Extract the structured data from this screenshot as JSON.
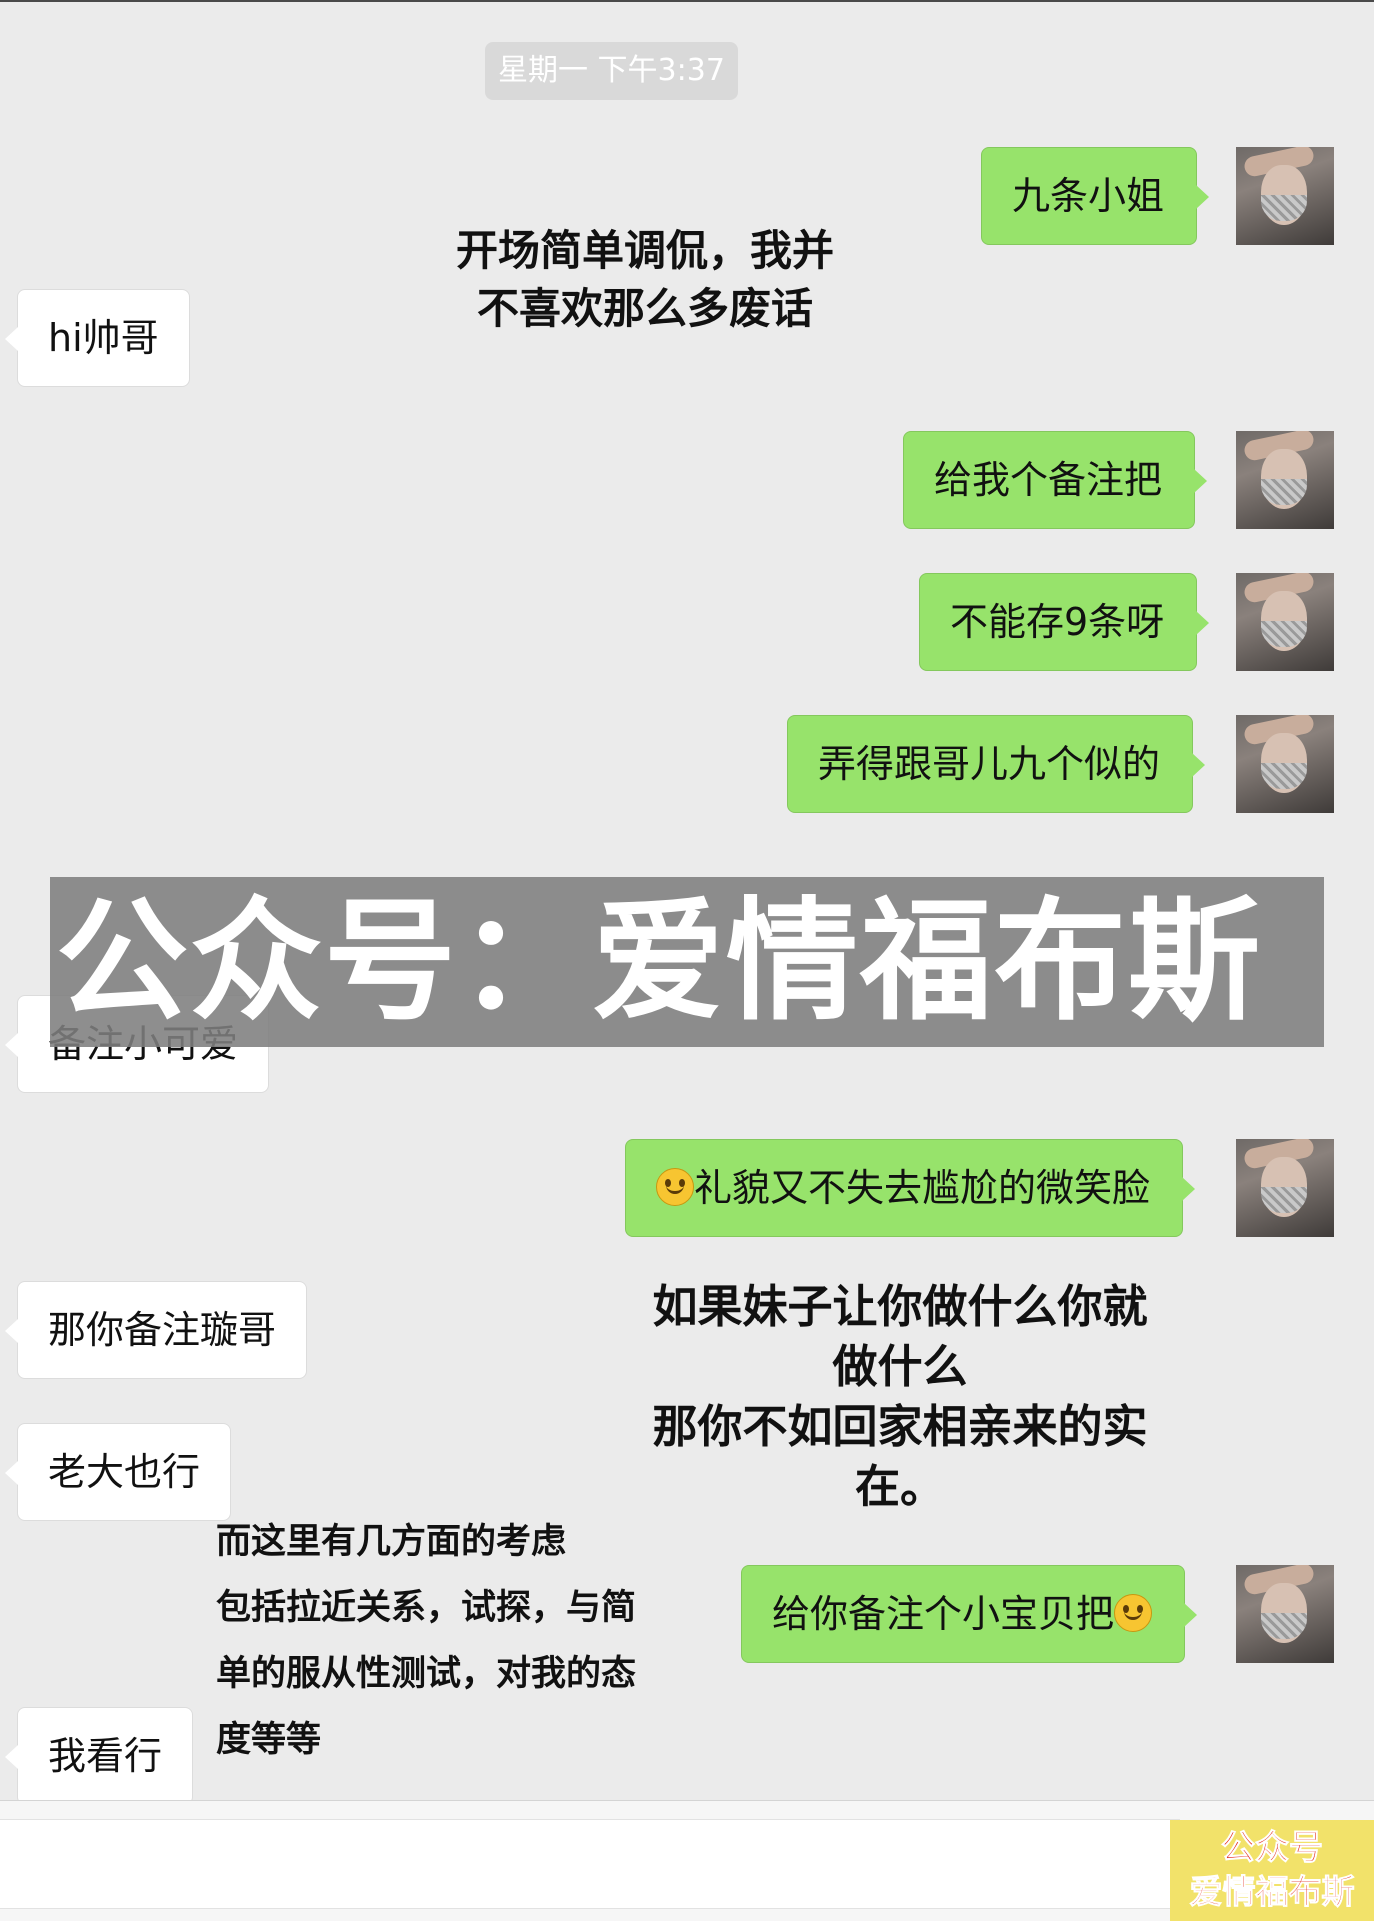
{
  "chat": {
    "timestamp": "星期一 下午3:37",
    "messages": [
      {
        "side": "sent",
        "text": "九条小姐"
      },
      {
        "side": "received",
        "text": "hi帅哥"
      },
      {
        "side": "sent",
        "text": "给我个备注把"
      },
      {
        "side": "sent",
        "text": "不能存9条呀"
      },
      {
        "side": "sent",
        "text": "弄得跟哥儿九个似的"
      },
      {
        "side": "received",
        "text": "备注小可爱"
      },
      {
        "side": "sent",
        "emoji": "smiley-emoji",
        "text": "礼貌又不失去尴尬的微笑脸"
      },
      {
        "side": "received",
        "text": "那你备注璇哥"
      },
      {
        "side": "received",
        "text": "老大也行"
      },
      {
        "side": "sent",
        "text": "给你备注个小宝贝把",
        "emoji": "smiley-emoji"
      },
      {
        "side": "received",
        "text": "我看行"
      }
    ]
  },
  "annotations": [
    "开场简单调侃，我并\n不喜欢那么多废话",
    "如果妹子让你做什么你就\n做什么\n那你不如回家相亲来的实\n在。",
    "而这里有几方面的考虑\n包括拉近关系，试探，与简\n单的服从性测试，对我的态\n度等等"
  ],
  "watermark": {
    "banner_text": "公众号：爱情福布斯",
    "stamp_line1": "公众号",
    "stamp_line2": "爱情福布斯"
  },
  "colors": {
    "chat_background": "#ebebeb",
    "sent_bubble": "#97e36b",
    "received_bubble": "#ffffff",
    "timestamp_pill": "#d9d9d9",
    "stamp_background": "#f2e26a",
    "stamp_text": "#e21b0c"
  },
  "icons": {
    "avatar": "user-avatar",
    "emoji": "smiley-emoji"
  }
}
